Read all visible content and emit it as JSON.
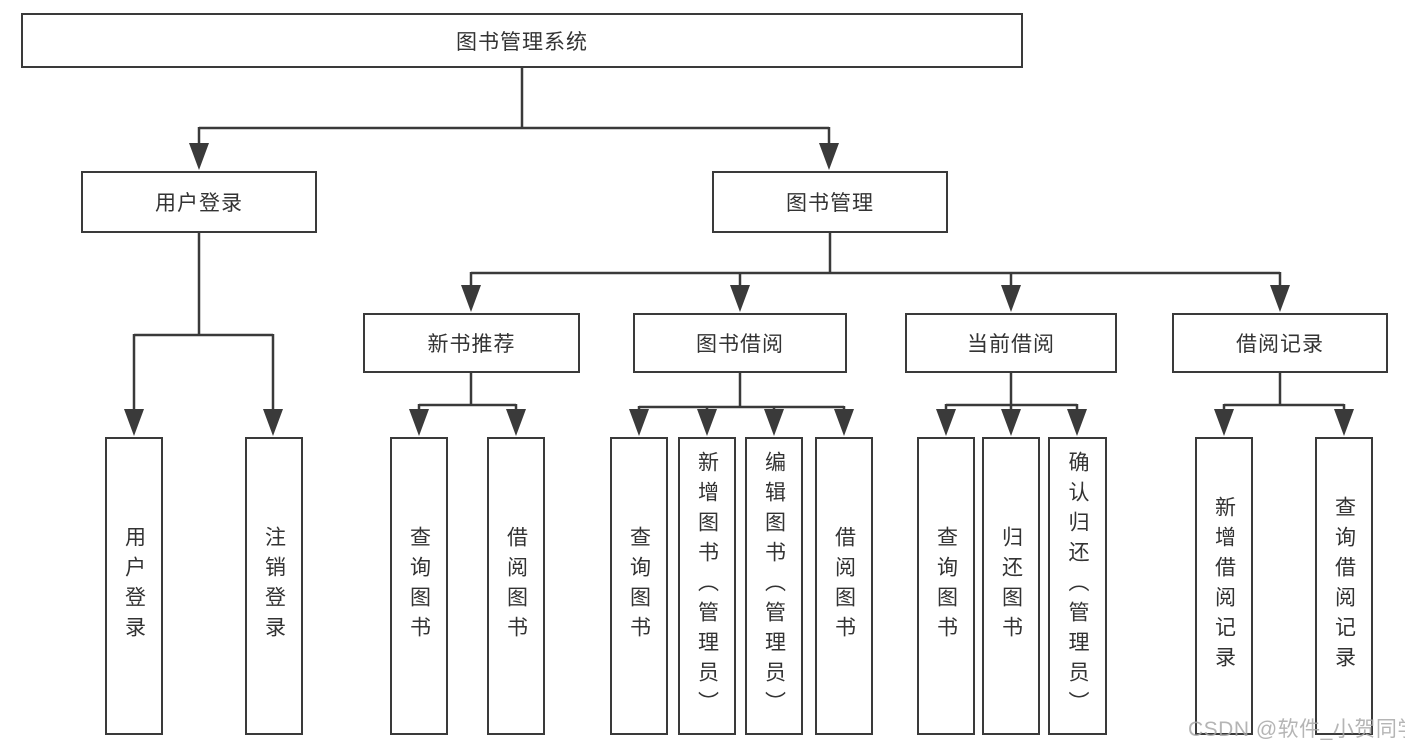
{
  "diagram": {
    "root": {
      "label": "图书管理系统"
    },
    "level2": [
      {
        "label": "用户登录"
      },
      {
        "label": "图书管理"
      }
    ],
    "level3": [
      {
        "label": "新书推荐"
      },
      {
        "label": "图书借阅"
      },
      {
        "label": "当前借阅"
      },
      {
        "label": "借阅记录"
      }
    ],
    "leaves": {
      "user_login": [
        {
          "label": "用户登录"
        },
        {
          "label": "注销登录"
        }
      ],
      "new_books": [
        {
          "label": "查询图书"
        },
        {
          "label": "借阅图书"
        }
      ],
      "book_borrow": [
        {
          "label": "查询图书"
        },
        {
          "label": "新增图书（管理员）"
        },
        {
          "label": "编辑图书（管理员）"
        },
        {
          "label": "借阅图书"
        }
      ],
      "current_borrow": [
        {
          "label": "查询图书"
        },
        {
          "label": "归还图书"
        },
        {
          "label": "确认归还（管理员）"
        }
      ],
      "borrow_records": [
        {
          "label": "新增借阅记录"
        },
        {
          "label": "查询借阅记录"
        }
      ]
    }
  },
  "watermark": {
    "text": "CSDN @软件_小贺同学"
  },
  "colors": {
    "line": "#3a3a3a",
    "text": "#333333",
    "box_background": "#ffffff",
    "watermark": "#a9a9a9"
  }
}
